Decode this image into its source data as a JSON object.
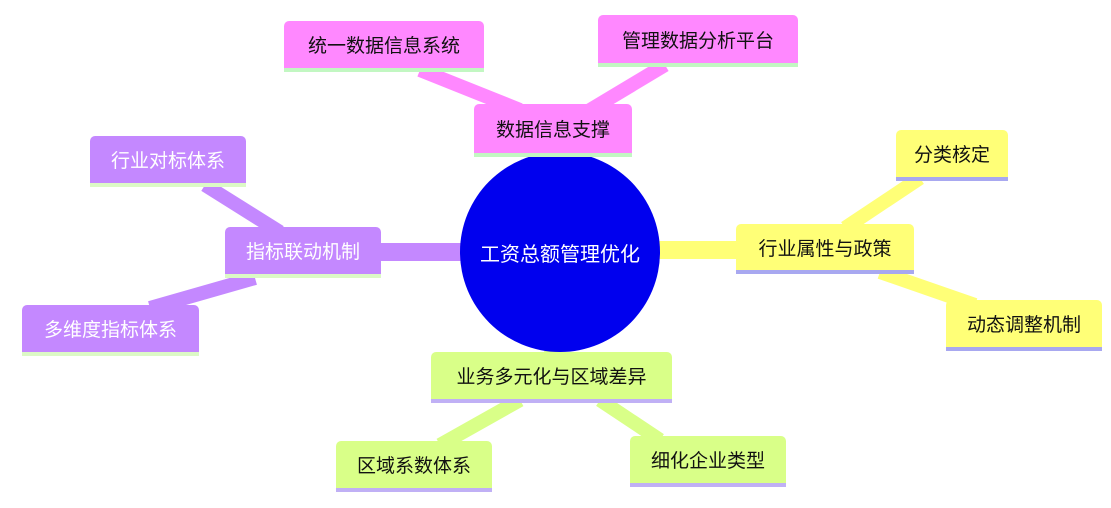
{
  "root": {
    "label": "工资总额管理优化",
    "color": "#0000ee"
  },
  "branches": [
    {
      "label": "数据信息支撑",
      "color": "#ff88ff",
      "children": [
        "统一数据信息系统",
        "管理数据分析平台"
      ]
    },
    {
      "label": "行业属性与政策",
      "color": "#ffff77",
      "children": [
        "分类核定",
        "动态调整机制"
      ]
    },
    {
      "label": "业务多元化与区域差异",
      "color": "#d9ff88",
      "children": [
        "区域系数体系",
        "细化企业类型"
      ]
    },
    {
      "label": "指标联动机制",
      "color": "#c488ff",
      "children": [
        "行业对标体系",
        "多维度指标体系"
      ]
    }
  ]
}
